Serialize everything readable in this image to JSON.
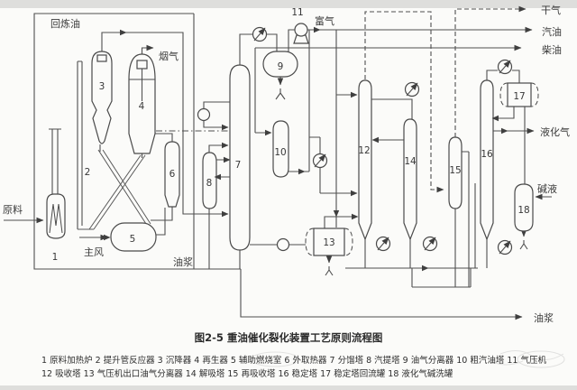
{
  "figure": {
    "caption": "图2-5 重油催化裂化装置工艺原则流程图",
    "legend_line1": "1 原料加热炉 2 提升管反应器 3 沉降器 4 再生器 5 辅助燃烧室 6 外取热器 7 分馏塔 8 汽提塔 9 油气分离器 10 粗汽油塔 11 气压机",
    "legend_line2": "12 吸收塔 13 气压机出口油气分离器 14 解吸塔 15 再吸收塔 16 稳定塔 17 稳定塔回流罐 18 液化气碱洗罐"
  },
  "streams": {
    "feed": "原料",
    "recycle_oil": "回炼油",
    "flue_gas": "烟气",
    "main_air": "主风",
    "slurry_left": "油浆",
    "rich_gas": "富气",
    "dry_gas": "干气",
    "gasoline": "汽油",
    "diesel": "柴油",
    "lpg": "液化气",
    "caustic": "碱液",
    "slurry_out": "油浆"
  },
  "equipment_numbers": {
    "n1": "1",
    "n2": "2",
    "n3": "3",
    "n4": "4",
    "n5": "5",
    "n6": "6",
    "n7": "7",
    "n8": "8",
    "n9": "9",
    "n10": "10",
    "n11": "11",
    "n12": "12",
    "n13": "13",
    "n14": "14",
    "n15": "15",
    "n16": "16",
    "n17": "17",
    "n18": "18"
  },
  "colors": {
    "line": "#4f4f4f",
    "text": "#333333",
    "background": "#fbfbf9",
    "border_strip": "#dededc"
  }
}
